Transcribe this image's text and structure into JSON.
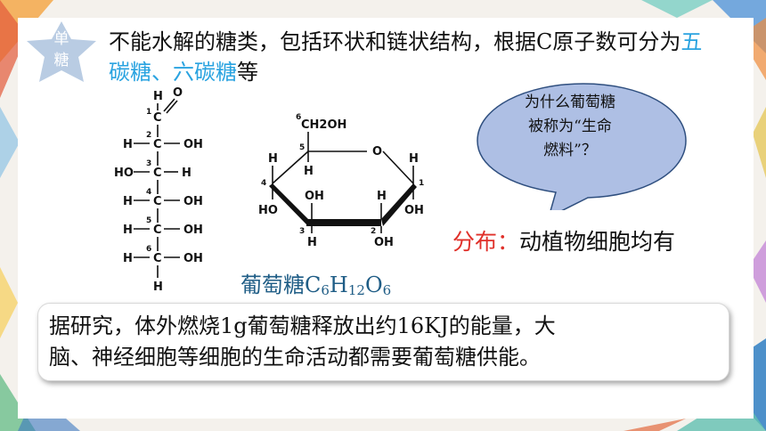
{
  "badge": {
    "text_line1": "单",
    "text_line2": "糖"
  },
  "intro": {
    "text_part1": "不能水解的糖类，包括环状和链状结构，根据C原子数可分为",
    "highlight": "五碳糖、六碳糖",
    "text_part2": "等"
  },
  "structure_labels": {
    "O": "O",
    "H": "H",
    "C": "C",
    "OH": "OH",
    "HO": "HO",
    "CH2OH": "CH2OH",
    "n1": "1",
    "n2": "2",
    "n3": "3",
    "n4": "4",
    "n5": "5",
    "n6": "6"
  },
  "glucose_label": {
    "name": "葡萄糖C",
    "n1": "6",
    "h": "H",
    "n2": "12",
    "o": "O",
    "n3": "6"
  },
  "bubble": {
    "line1": "为什么葡萄糖",
    "line2": "被称为“生命",
    "line3": "燃料”？"
  },
  "distribution": {
    "label": "分布：",
    "text": "动植物细胞均有"
  },
  "note": {
    "line1": "据研究，体外燃烧1g葡萄糖释放出约16KJ的能量，大",
    "line2": "脑、神经细胞等细胞的生命活动都需要葡萄糖供能。"
  },
  "colors": {
    "badge": "#b9cce3",
    "highlight": "#2aa3e0",
    "distribution_label": "#e0302a",
    "bubble_fill": "#aebfe4",
    "label_blue": "#1f5d86"
  }
}
